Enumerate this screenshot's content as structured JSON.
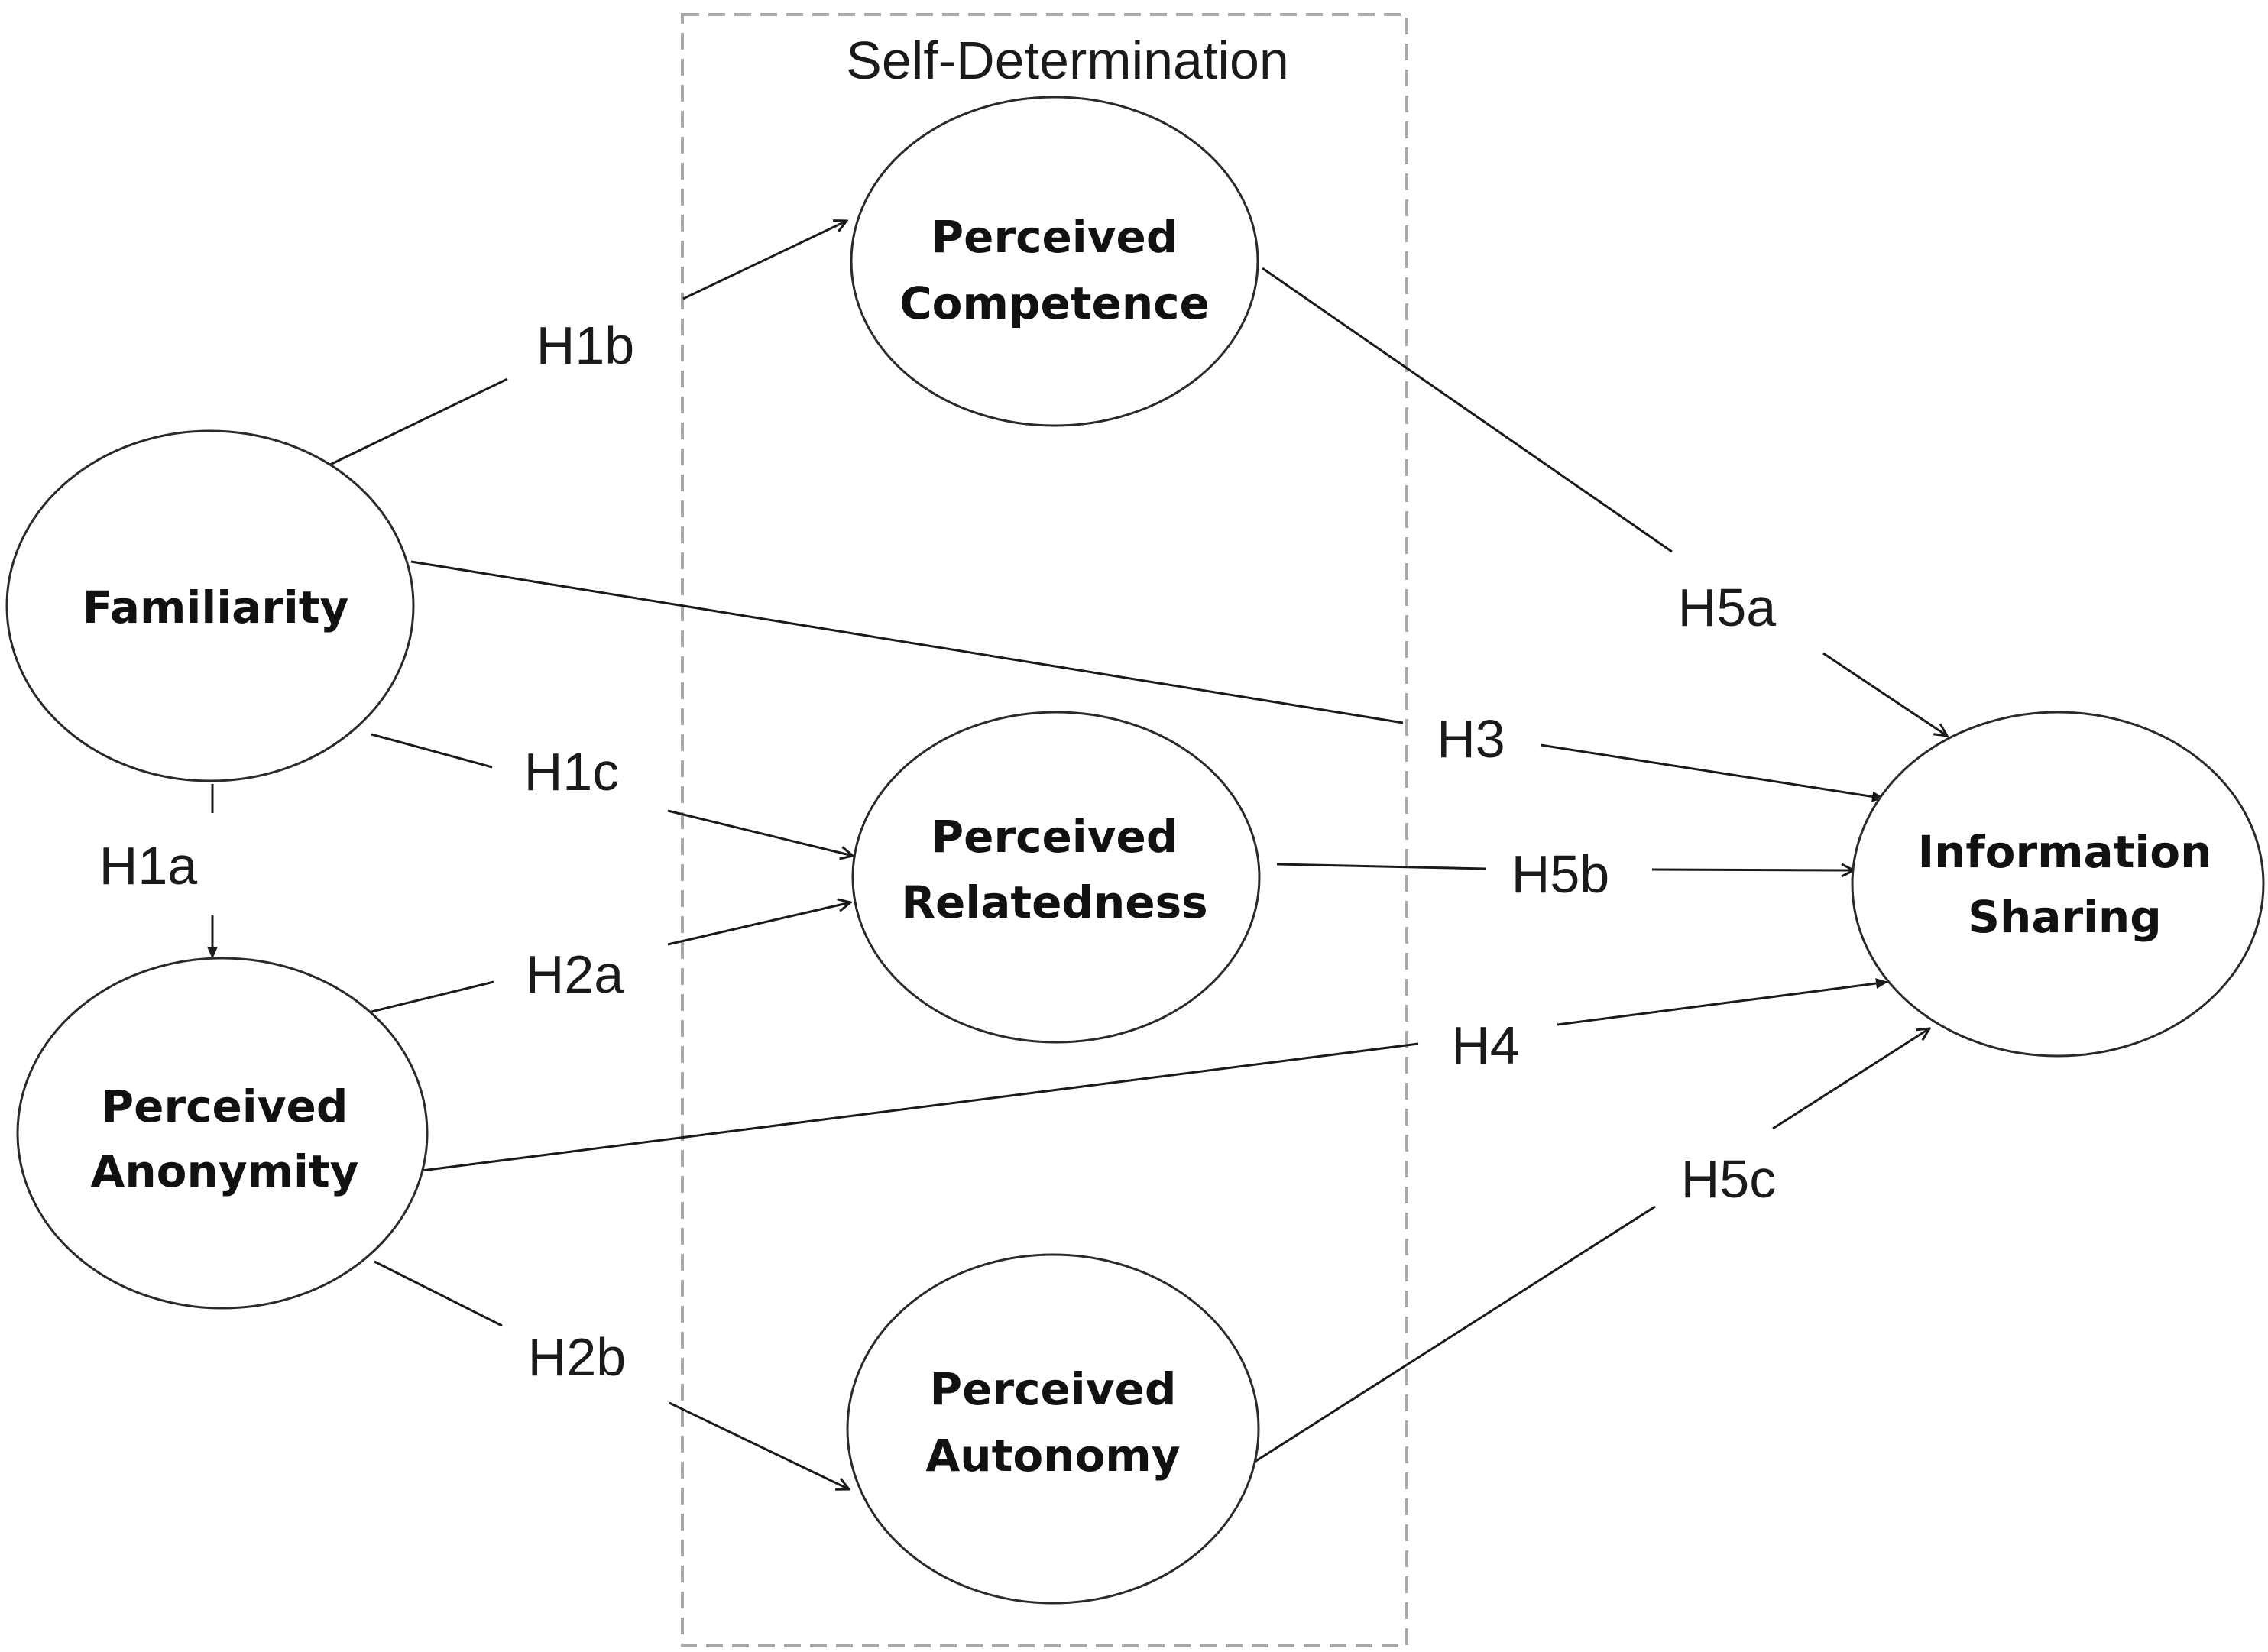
{
  "group": {
    "label": "Self-Determination"
  },
  "nodes": {
    "familiarity": {
      "line1": "Familiarity"
    },
    "anonymity": {
      "line1": "Perceived",
      "line2": "Anonymity"
    },
    "competence": {
      "line1": "Perceived",
      "line2": "Competence"
    },
    "relatedness": {
      "line1": "Perceived",
      "line2": "Relatedness"
    },
    "autonomy": {
      "line1": "Perceived",
      "line2": "Autonomy"
    },
    "sharing": {
      "line1": "Information",
      "line2": "Sharing"
    }
  },
  "hypotheses": {
    "h1a": "H1a",
    "h1b": "H1b",
    "h1c": "H1c",
    "h2a": "H2a",
    "h2b": "H2b",
    "h3": "H3",
    "h4": "H4",
    "h5a": "H5a",
    "h5b": "H5b",
    "h5c": "H5c"
  },
  "colors": {
    "line": "#1a1a1a",
    "group_border": "#a8a8a8",
    "background": "#ffffff"
  }
}
